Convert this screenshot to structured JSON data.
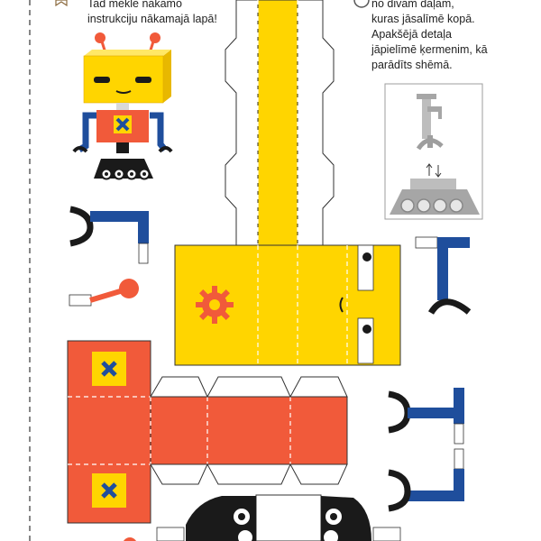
{
  "instruction_left": {
    "lines": [
      "Tad meklē nākamo",
      "instrukciju nākamajā lapā!"
    ]
  },
  "instruction_right": {
    "lines": [
      "no divām daļām,",
      "kuras jāsalīmē kopā.",
      "Apakšējā detaļa",
      "jāpielīmē ķermenim, kā",
      "parādīts shēmā."
    ]
  },
  "colors": {
    "yellow": "#FFD500",
    "orange": "#F15A3A",
    "blue": "#1F4E9C",
    "black": "#1A1A1A",
    "gray": "#BDBDBD"
  }
}
